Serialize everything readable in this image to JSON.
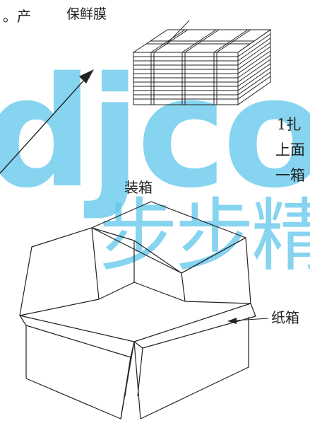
{
  "text": {
    "top_left_fragment": "。产",
    "film_label": "保鲜膜",
    "right_fragment_line1": "1扎",
    "right_fragment_line2": "上面",
    "right_fragment_line3": "一箱",
    "boxing_label": "装箱",
    "carton_label": "纸箱"
  },
  "watermark": {
    "latin": "djco",
    "cjk": "步步精",
    "color": "#5ec6ea"
  }
}
